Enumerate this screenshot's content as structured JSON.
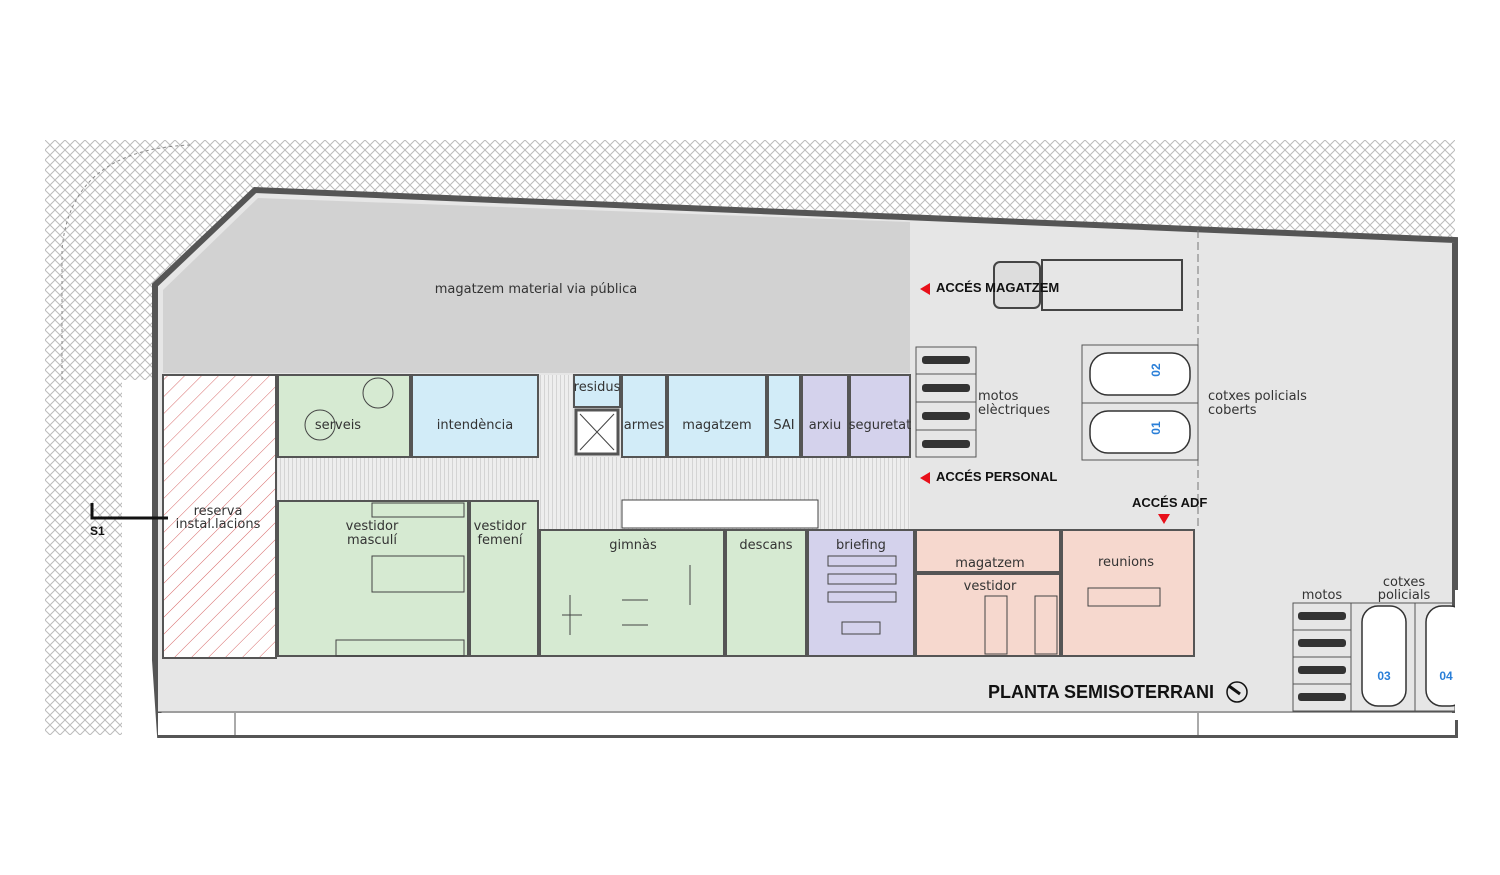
{
  "title": "PLANTA SEMISOTERRANI",
  "section_mark": "S1",
  "colors": {
    "green": "#d6ead2",
    "blue": "#d2ecf8",
    "purple": "#d4d2ec",
    "pink": "#f6d8ce",
    "gray": "#d2d2d2",
    "parking": "#e6e6e6",
    "access": "#e8101a",
    "car_number": "#2a7fd8"
  },
  "rooms": {
    "magatzem_via": "magatzem  material  via  pública",
    "reserva_1": "reserva",
    "reserva_2": "instal.lacions",
    "serveis": "serveis",
    "intendencia": "intendència",
    "residus": "residus",
    "armes": "armes",
    "magatzem": "magatzem",
    "sai": "SAI",
    "arxiu": "arxiu",
    "seguretat": "seguretat",
    "vestidor_masculi_1": "vestidor",
    "vestidor_masculi_2": "masculí",
    "vestidor_femeni_1": "vestidor",
    "vestidor_femeni_2": "femení",
    "gimnas": "gimnàs",
    "descans": "descans",
    "briefing": "briefing",
    "magatzem_2": "magatzem",
    "vestidor": "vestidor",
    "reunions": "reunions",
    "motos_electriques_1": "motos",
    "motos_electriques_2": "elèctriques",
    "cotxes_coberts_1": "cotxes  policials",
    "cotxes_coberts_2": "coberts",
    "motos": "motos",
    "cotxes_policials_1": "cotxes",
    "cotxes_policials_2": "policials"
  },
  "access": {
    "magatzem": "ACCÉS MAGATZEM",
    "personal": "ACCÉS PERSONAL",
    "adf": "ACCÉS ADF"
  },
  "cars": [
    "02",
    "01",
    "03",
    "04"
  ]
}
